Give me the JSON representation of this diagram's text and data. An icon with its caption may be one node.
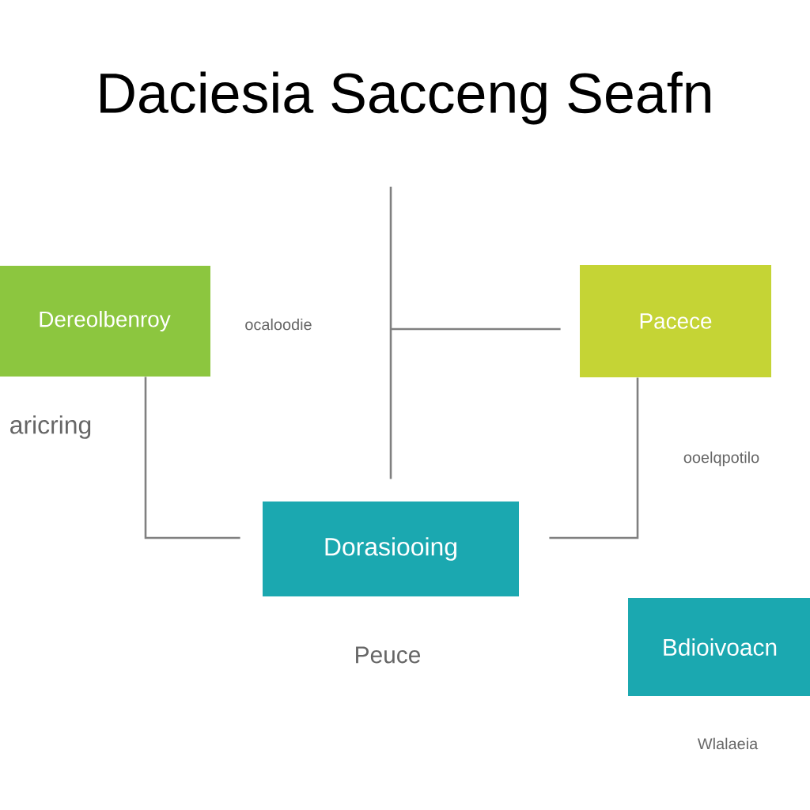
{
  "diagram": {
    "title": "Daciesia Sacceng Seafn",
    "nodes": [
      {
        "text": [
          "Dereolbenroy"
        ]
      },
      {
        "text": [
          "Pacece"
        ]
      },
      {
        "text": [
          "Dorasiooing"
        ]
      },
      {
        "text": [
          "Bdioivoacn"
        ]
      }
    ],
    "edges": [
      {
        "from": null,
        "to": 2,
        "arrow": "none"
      },
      {
        "from": null,
        "to": 1,
        "arrow": "none"
      },
      {
        "from": 0,
        "to": 2,
        "arrow": "none"
      },
      {
        "from": 1,
        "to": 2,
        "arrow": "none"
      }
    ],
    "labels": [
      "ocaloodie",
      "aricring",
      "ooelqpotilo",
      "Peuce",
      "Wlalaeia"
    ]
  }
}
